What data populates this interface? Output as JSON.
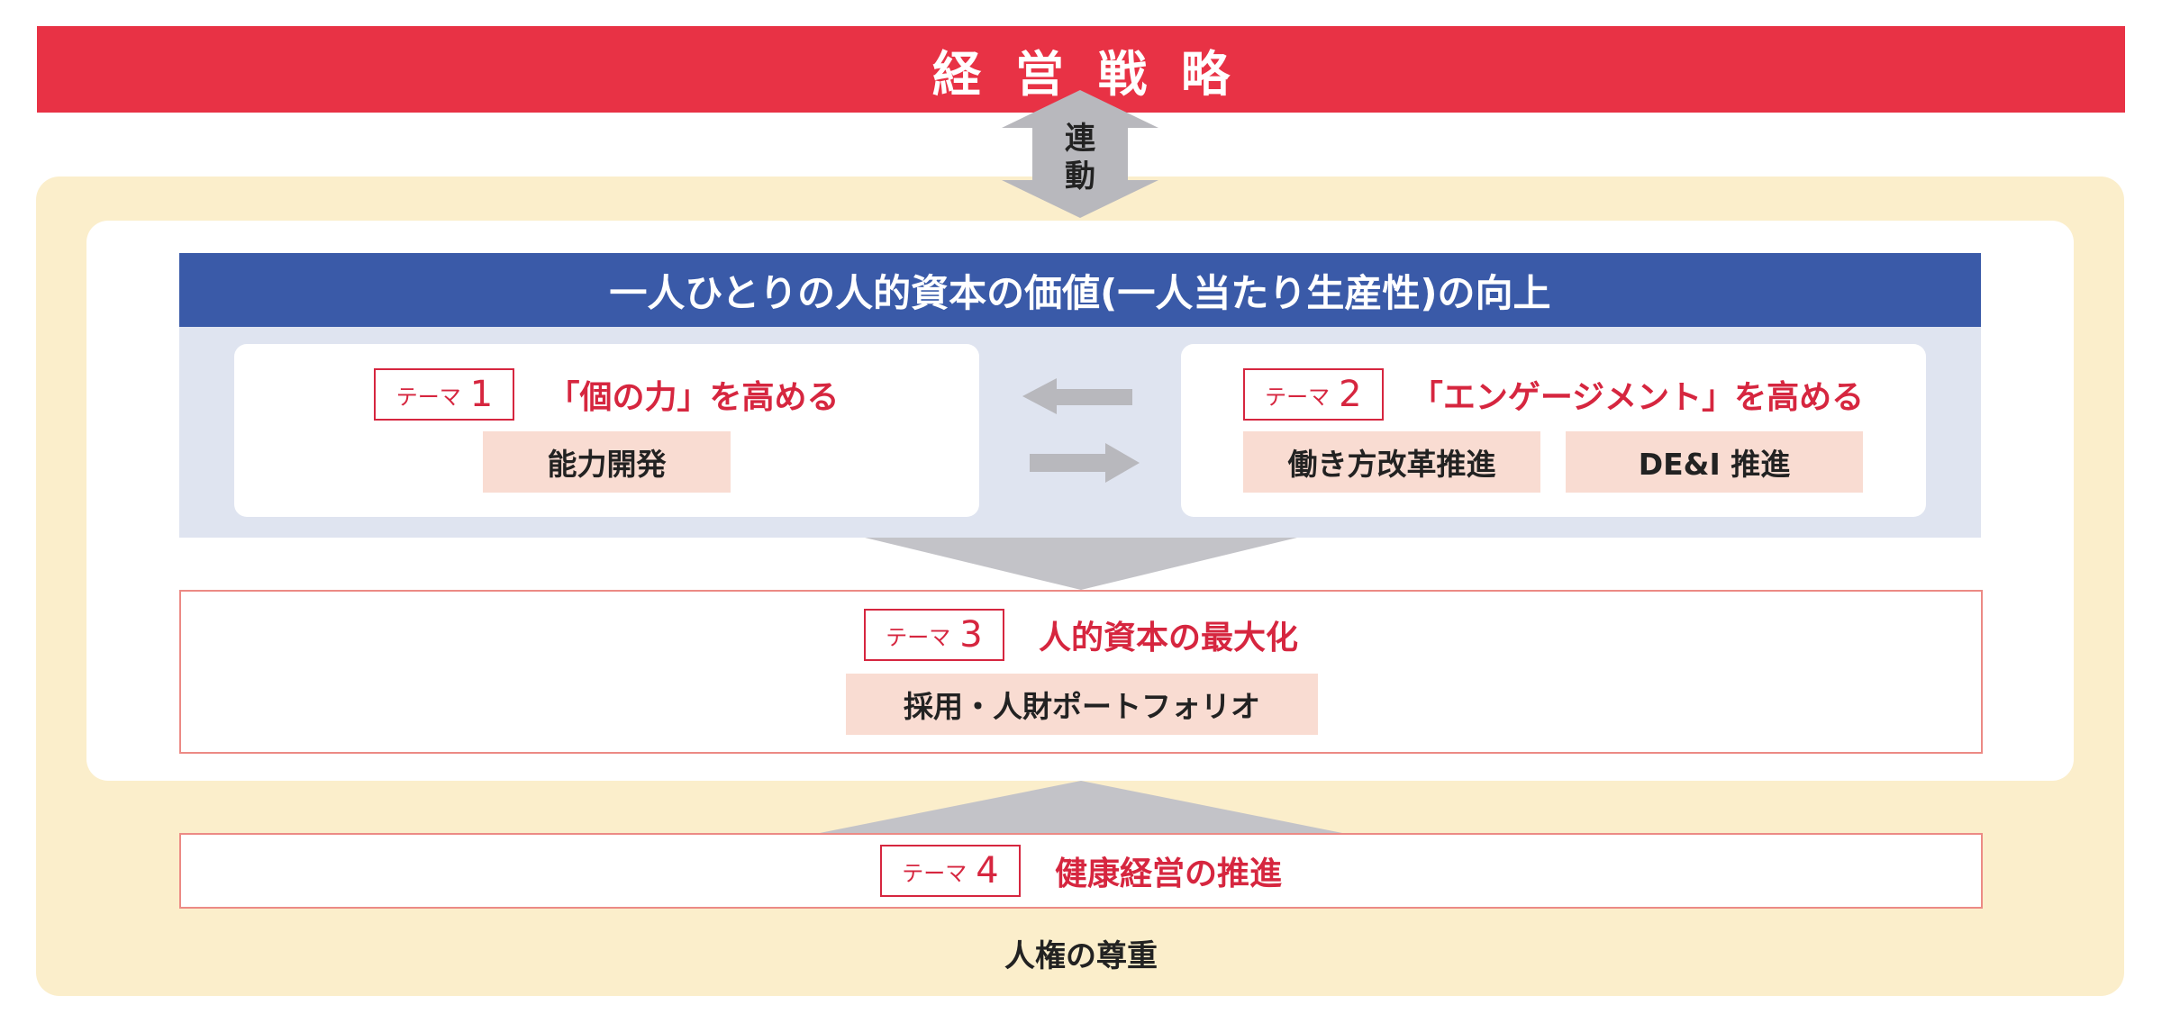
{
  "strategy": {
    "label": "経営戦略"
  },
  "link": {
    "chars": [
      "連",
      "動"
    ]
  },
  "value_header": {
    "label": "一人ひとりの人的資本の価値(一人当たり生産性)の向上"
  },
  "theme_tag_text": "テーマ",
  "themes": [
    {
      "number": "1",
      "title": "「個の力」を高める",
      "items": [
        "能力開発"
      ]
    },
    {
      "number": "2",
      "title": "「エンゲージメント」を高める",
      "items": [
        "働き方改革推進",
        "DE&I 推進"
      ]
    },
    {
      "number": "3",
      "title": "人的資本の最大化",
      "items": [
        "採用・人財ポートフォリオ"
      ]
    },
    {
      "number": "4",
      "title": "健康経営の推進",
      "items": []
    }
  ],
  "foundation": {
    "label": "人権の尊重"
  },
  "colors": {
    "strategy_red": "#e83245",
    "accent_red": "#d6263f",
    "header_blue": "#3a5aa8",
    "region_blue": "#dfe4f0",
    "outer_beige": "#fbeecb",
    "sub_box_pink": "#f9dcd2",
    "border_salmon": "#ec8a85",
    "arrow_gray": "#b8b8bd"
  }
}
